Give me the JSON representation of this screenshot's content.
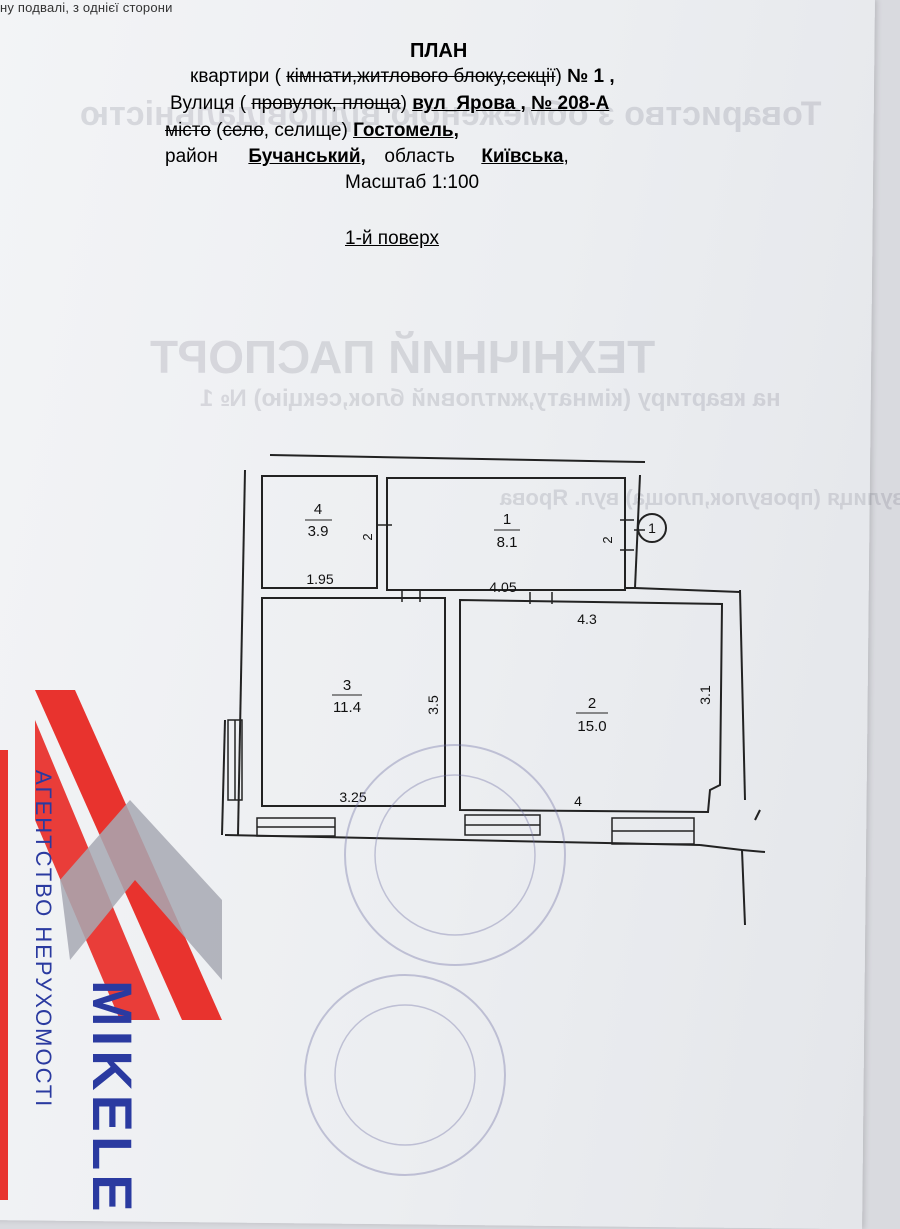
{
  "document": {
    "top_text": "ну подвалі, з однієї сторони",
    "title": "ПЛАН",
    "line1": {
      "prefix": "квартири (",
      "struck": "кімнати,житлового блоку,секції",
      "suffix": ")",
      "number": "№ 1 ,"
    },
    "line2": {
      "prefix": "Вулиця (",
      "struck": "провулок, площа",
      "suffix": ")",
      "street": "вул_Ярова ,",
      "number": "№ 208-А"
    },
    "line3": {
      "struck1": "місто",
      "mid1": " (",
      "struck2": "село",
      "mid2": ", селище)",
      "place": "Гостомель,"
    },
    "line4": {
      "label_district": "район",
      "district": "Бучанський,",
      "label_region": "область",
      "region": "Київська",
      "comma": ","
    },
    "scale": "Масштаб  1:100",
    "floor": "1-й поверх"
  },
  "plan": {
    "rooms": [
      {
        "number": "4",
        "area": "3.9"
      },
      {
        "number": "1",
        "area": "8.1"
      },
      {
        "number": "3",
        "area": "11.4"
      },
      {
        "number": "2",
        "area": "15.0"
      }
    ],
    "dimensions": {
      "room4_width": "1.95",
      "room4_height": "2",
      "room1_height": "2",
      "room1_width": "4.05",
      "room2_top": "4.3",
      "room3_height": "3.5",
      "room2_height": "3.1",
      "room3_bottom": "3.25",
      "room2_bottom": "4"
    },
    "axis_marker": "1"
  },
  "watermark": {
    "agency": "АГЕНТСТВО НЕРУХОМОСТІ",
    "brand": "MIKELE"
  },
  "colors": {
    "logo_red": "#e8332e",
    "logo_gray": "#a7a9b3",
    "logo_blue": "#2a3aa0"
  }
}
